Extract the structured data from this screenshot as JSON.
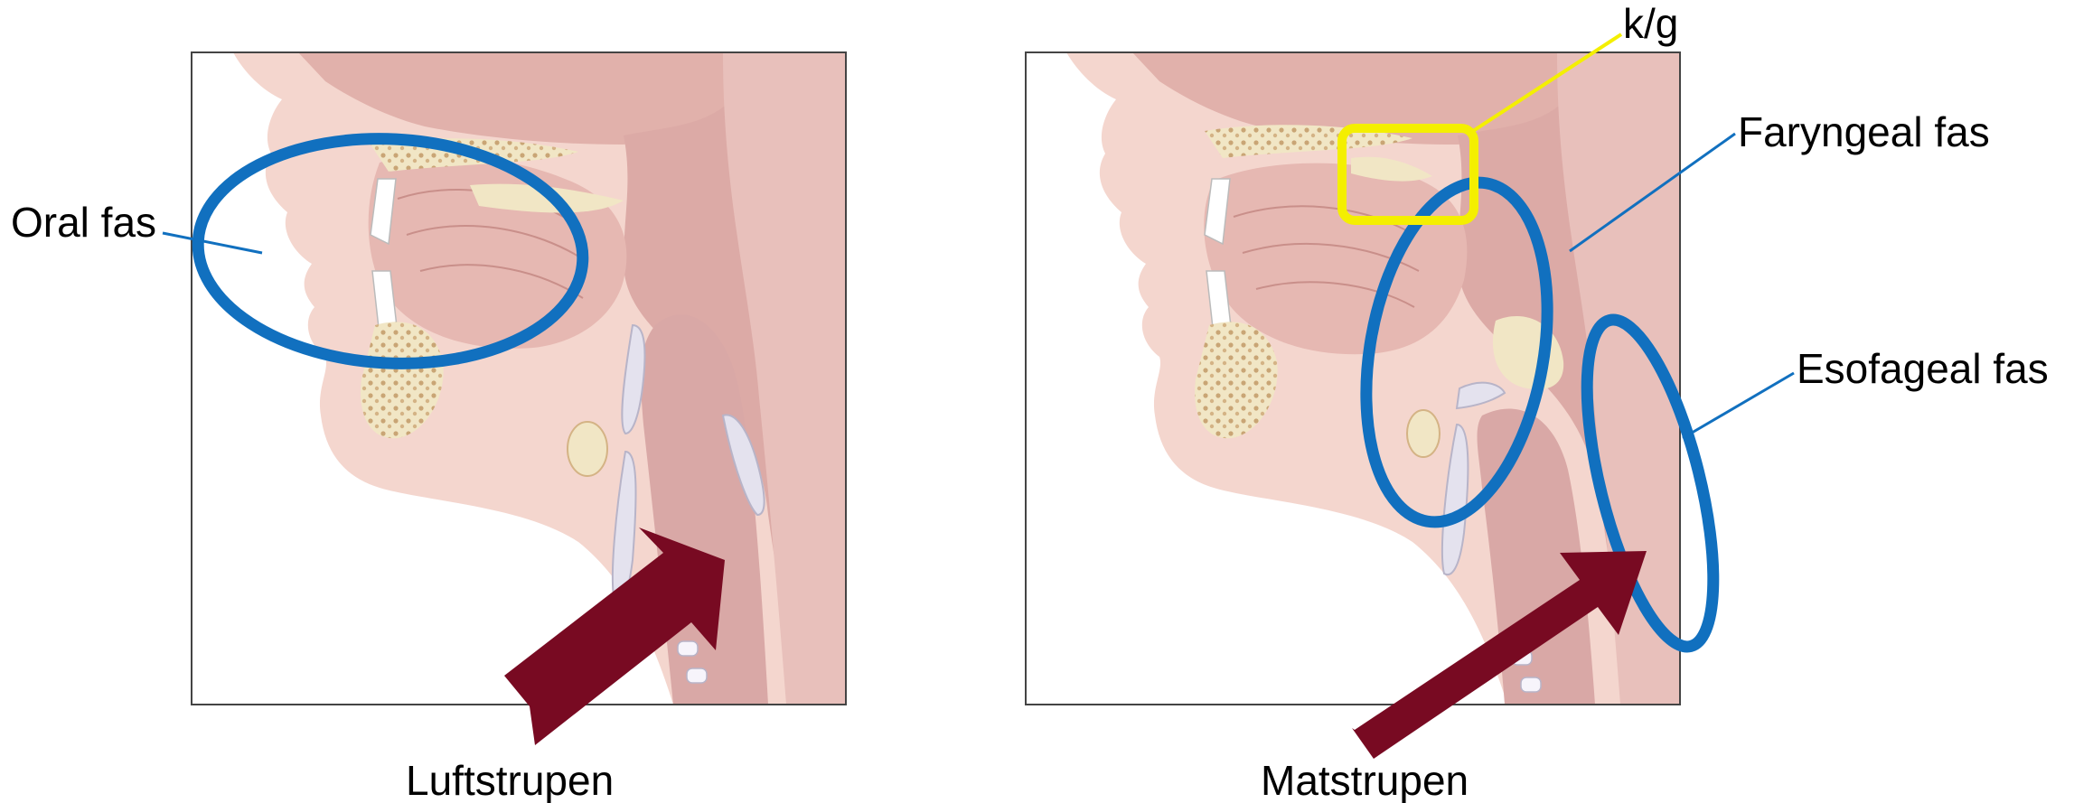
{
  "labels": {
    "oral_phase": "Oral fas",
    "pharyngeal_phase": "Faryngeal fas",
    "esophageal_phase": "Esofageal fas",
    "kg": "k/g",
    "airway": "Luftstrupen",
    "esophagus": "Matstrupen"
  },
  "colors": {
    "phase_ring": "#1170bf",
    "kg_box": "#f4ef00",
    "arrow": "#780a22",
    "skin": "#f4d6ce",
    "tissue": "#dcaaa6",
    "airway_tube": "#d9a8a6",
    "cartilage": "#e4e2ee",
    "bone": "#f1e6c5",
    "bone_dots": "#caa878"
  }
}
